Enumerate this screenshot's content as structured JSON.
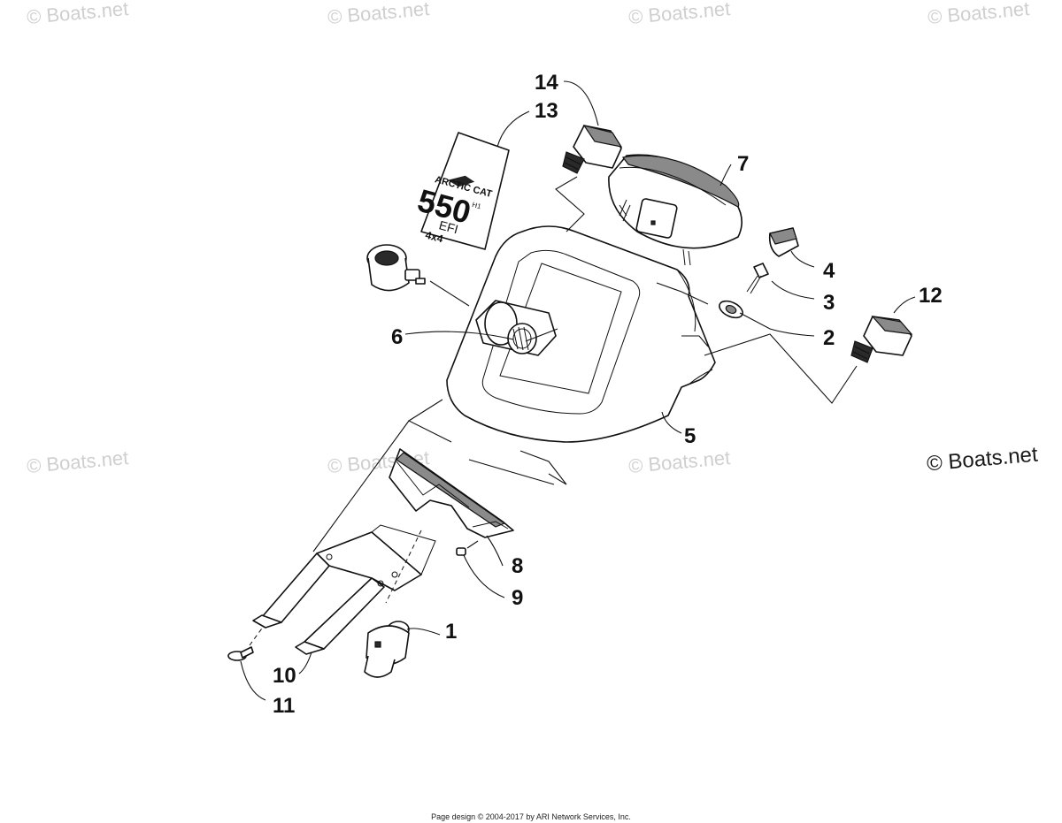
{
  "watermark": "© Boats.net",
  "footer_text": "Page design © 2004-2017 by ARI Network Services, Inc.",
  "decal": {
    "brand": "ARCTIC CAT",
    "model": "550",
    "suffix": "H1",
    "efi": "EFI",
    "drive": "4x4"
  },
  "callouts": [
    "1",
    "2",
    "3",
    "4",
    "5",
    "6",
    "7",
    "8",
    "9",
    "10",
    "11",
    "12",
    "13",
    "14"
  ]
}
